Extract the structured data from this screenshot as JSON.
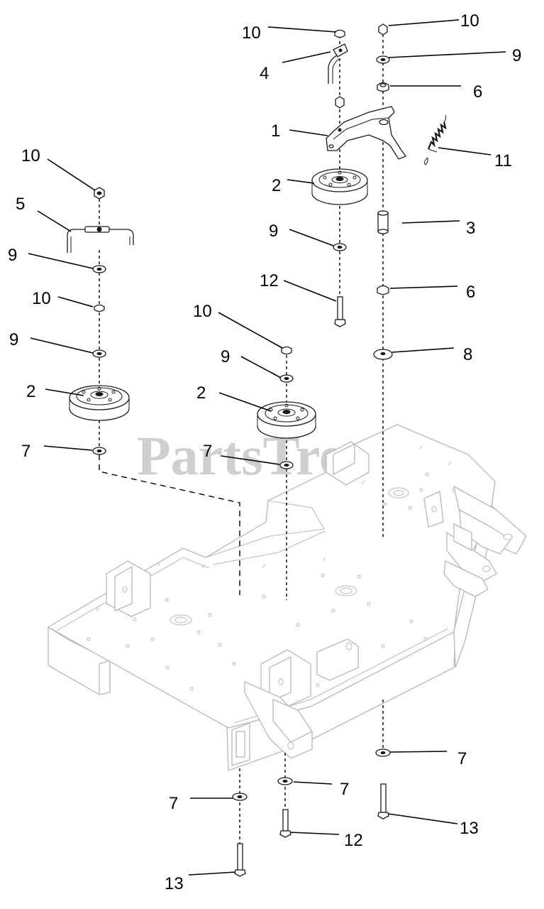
{
  "watermark": {
    "text": "PartsTree",
    "trademark": "TM"
  },
  "callouts": [
    {
      "id": "c-1",
      "label": "1"
    },
    {
      "id": "c-2a",
      "label": "2"
    },
    {
      "id": "c-2b",
      "label": "2"
    },
    {
      "id": "c-2c",
      "label": "2"
    },
    {
      "id": "c-3",
      "label": "3"
    },
    {
      "id": "c-4",
      "label": "4"
    },
    {
      "id": "c-5",
      "label": "5"
    },
    {
      "id": "c-6a",
      "label": "6"
    },
    {
      "id": "c-6b",
      "label": "6"
    },
    {
      "id": "c-7a",
      "label": "7"
    },
    {
      "id": "c-7b",
      "label": "7"
    },
    {
      "id": "c-7c",
      "label": "7"
    },
    {
      "id": "c-7d",
      "label": "7"
    },
    {
      "id": "c-7e",
      "label": "7"
    },
    {
      "id": "c-8",
      "label": "8"
    },
    {
      "id": "c-9a",
      "label": "9"
    },
    {
      "id": "c-9b",
      "label": "9"
    },
    {
      "id": "c-9c",
      "label": "9"
    },
    {
      "id": "c-9d",
      "label": "9"
    },
    {
      "id": "c-9e",
      "label": "9"
    },
    {
      "id": "c-10a",
      "label": "10"
    },
    {
      "id": "c-10b",
      "label": "10"
    },
    {
      "id": "c-10c",
      "label": "10"
    },
    {
      "id": "c-10d",
      "label": "10"
    },
    {
      "id": "c-10e",
      "label": "10"
    },
    {
      "id": "c-11",
      "label": "11"
    },
    {
      "id": "c-12a",
      "label": "12"
    },
    {
      "id": "c-12b",
      "label": "12"
    },
    {
      "id": "c-13a",
      "label": "13"
    },
    {
      "id": "c-13b",
      "label": "13"
    }
  ]
}
